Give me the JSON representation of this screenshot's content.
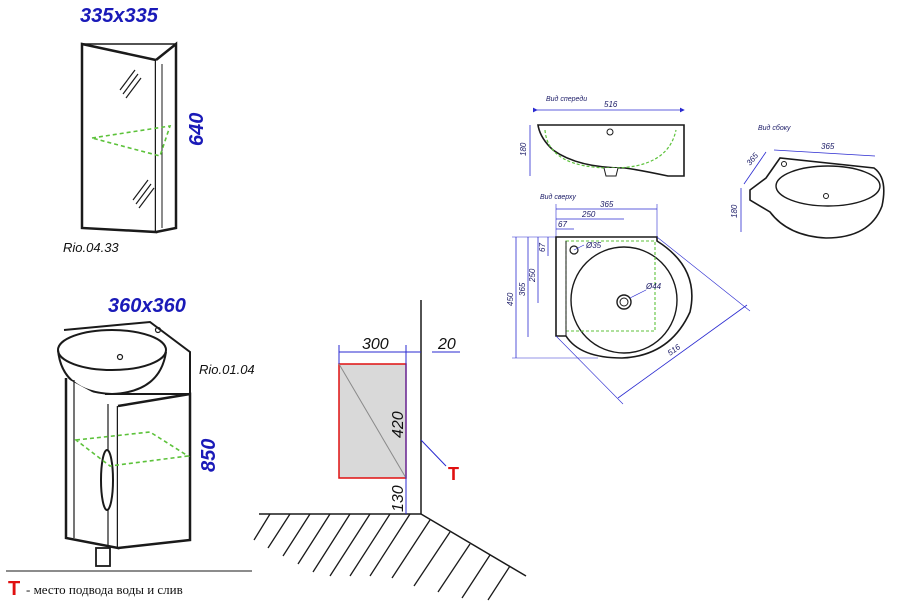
{
  "colors": {
    "outline": "#1a1a1a",
    "dimension_blue": "#1a1ab8",
    "dimension_line": "#2a2ad0",
    "hidden_green": "#5cc23a",
    "mark_red": "#e01010",
    "panel_gray": "#d9d9d9"
  },
  "mirror_cabinet": {
    "size_label": "335x335",
    "height_label": "640",
    "model": "Rio.04.33"
  },
  "vanity": {
    "size_label": "360x360",
    "height_label": "850",
    "model": "Rio.01.04"
  },
  "wall_schematic": {
    "width_label": "300",
    "gap_label": "20",
    "height_label": "420",
    "floor_offset_label": "130",
    "connection_mark": "T"
  },
  "basin_views": {
    "front": {
      "title": "Вид спереди",
      "width": "516",
      "height": "180"
    },
    "side": {
      "title": "Вид сбоку",
      "width": "365",
      "depth": "365",
      "height": "180"
    },
    "top": {
      "title": "Вид сверху",
      "d365": "365",
      "d250": "250",
      "d67": "67",
      "tap_hole": "Ø35",
      "left_67": "67",
      "left_250": "250",
      "left_365": "365",
      "left_450": "450",
      "drain": "Ø44",
      "diagonal": "516"
    }
  },
  "legend": {
    "symbol": "T",
    "text": "- место подвода воды и слив"
  }
}
